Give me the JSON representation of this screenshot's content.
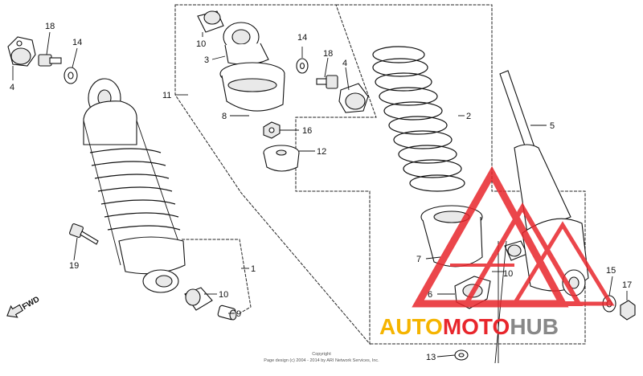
{
  "labels": {
    "l1": "1",
    "l2": "2",
    "l3": "3",
    "l4a": "4",
    "l4b": "4",
    "l5": "5",
    "l6": "6",
    "l7": "7",
    "l8": "8",
    "l9": "9",
    "l10a": "10",
    "l10b": "10",
    "l10c": "10",
    "l11": "11",
    "l12": "12",
    "l13": "13",
    "l14a": "14",
    "l14b": "14",
    "l15": "15",
    "l16": "16",
    "l17": "17",
    "l18a": "18",
    "l18b": "18",
    "l19": "19"
  },
  "fwd": "FWD",
  "copyright": {
    "line1": "Copyright",
    "line2": "Page design (c) 2004 - 2014 by ARI Network Services, Inc."
  },
  "watermark": {
    "part1": "AUTO",
    "part2": "MOTO",
    "part3": "HUB"
  },
  "colors": {
    "wm_yellow": "#f5b400",
    "wm_red": "#e8262c",
    "wm_gray": "#888888"
  }
}
